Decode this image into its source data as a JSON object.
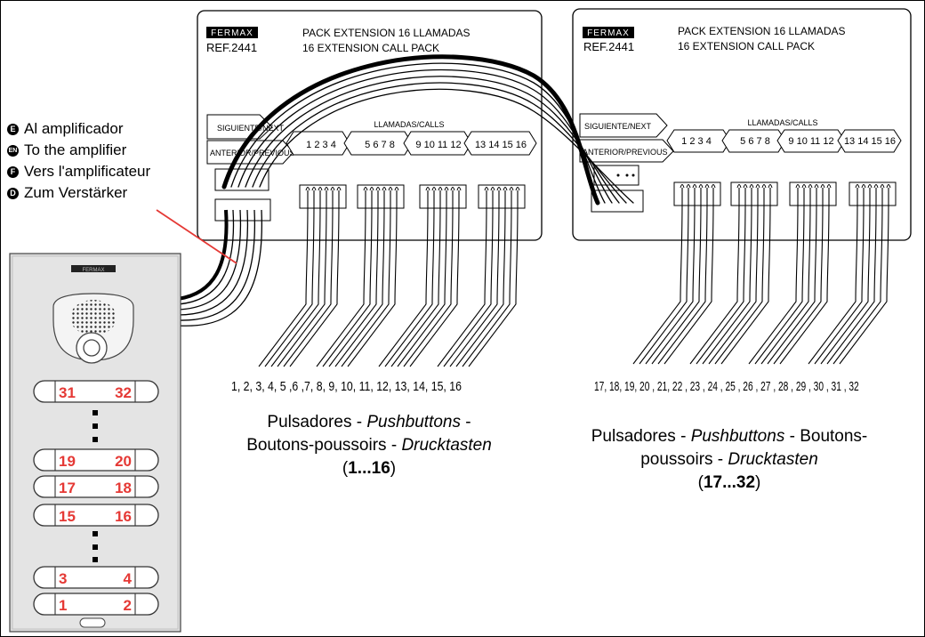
{
  "module1": {
    "brand": "FERMAX",
    "ref": "REF.2441",
    "title_es": "PACK EXTENSION 16 LLAMADAS",
    "title_en": "16 EXTENSION CALL PACK",
    "siguiente": "SIGUIENTE/NEXT",
    "anterior": "ANTERIOR/PREVIOUS",
    "calls_label": "LLAMADAS/CALLS",
    "groups": [
      "1 2 3 4",
      "5 6 7 8",
      "9 10 11 12",
      "13 14 15 16"
    ]
  },
  "module2": {
    "brand": "FERMAX",
    "ref": "REF.2441",
    "title_es": "PACK EXTENSION 16 LLAMADAS",
    "title_en": "16 EXTENSION CALL PACK",
    "siguiente": "SIGUIENTE/NEXT",
    "anterior": "ANTERIOR/PREVIOUS",
    "calls_label": "LLAMADAS/CALLS",
    "groups": [
      "1 2 3 4",
      "5 6 7 8",
      "9 10 11 12",
      "13 14 15 16"
    ]
  },
  "amplifier_labels": [
    {
      "lang": "E",
      "text": "Al amplificador"
    },
    {
      "lang": "EN",
      "text": "To the amplifier"
    },
    {
      "lang": "F",
      "text": "Vers l'amplificateur"
    },
    {
      "lang": "D",
      "text": "Zum Verstärker"
    }
  ],
  "panel": {
    "brand": "FERMAX",
    "button_rows": [
      {
        "left": "31",
        "right": "32"
      },
      {
        "left": "19",
        "right": "20"
      },
      {
        "left": "17",
        "right": "18"
      },
      {
        "left": "15",
        "right": "16"
      },
      {
        "left": "3",
        "right": "4"
      },
      {
        "left": "1",
        "right": "2"
      }
    ],
    "number_color": "#e53935"
  },
  "caption1": {
    "numbers": "1, 2, 3, 4, 5 ,6 ,7, 8, 9, 10, 11, 12, 13, 14, 15, 16",
    "line1a": "Pulsadores - ",
    "line1b": "Pushbuttons",
    "line1c": " -",
    "line2a": "Boutons-poussoirs - ",
    "line2b": "Drucktasten",
    "range": "1...16"
  },
  "caption2": {
    "numbers": "17, 18, 19, 20 , 21, 22 , 23 , 24 , 25 , 26 , 27 , 28 , 29 , 30 , 31 , 32",
    "line1a": "Pulsadores - ",
    "line1b": "Pushbuttons",
    "line1c": " - Boutons-",
    "line2a": "poussoirs - ",
    "line2b": "Drucktasten",
    "range": "17...32"
  }
}
